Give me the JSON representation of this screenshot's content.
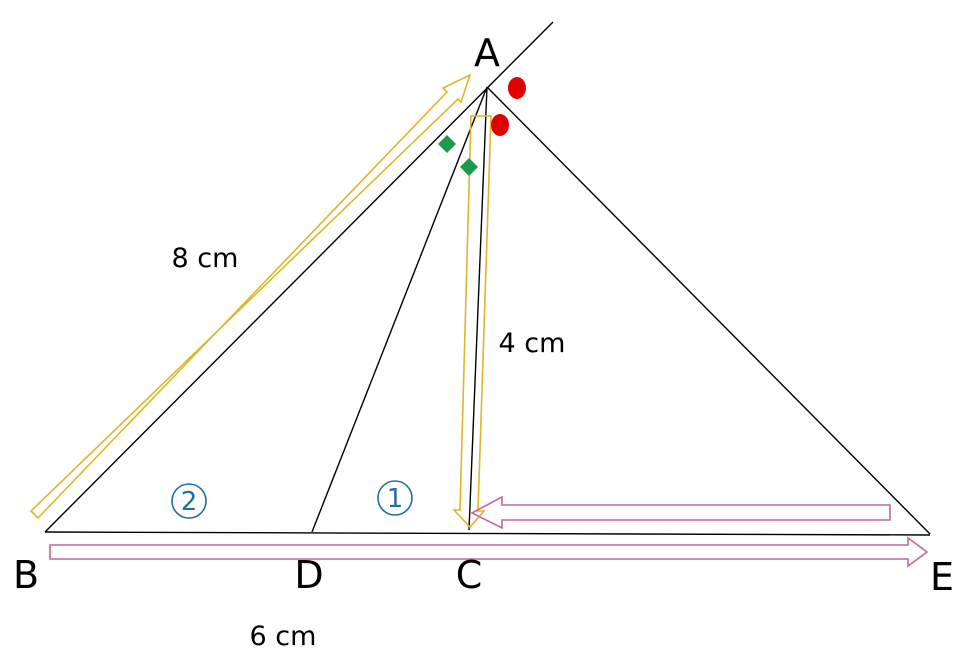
{
  "points": {
    "A": "A",
    "B": "B",
    "C": "C",
    "D": "D",
    "E": "E"
  },
  "lengths": {
    "ab": "8 cm",
    "ac": "4 cm",
    "bc": "6 cm"
  },
  "segments": {
    "cd": "1",
    "bd": "2"
  },
  "colors": {
    "line": "#000000",
    "yellow_arrow": "#e0b628",
    "pink_arrow": "#c2699a",
    "angle_dot": "#e00000",
    "angle_diamond": "#1a9a4a",
    "segment_circle": "#1f6fa5"
  }
}
